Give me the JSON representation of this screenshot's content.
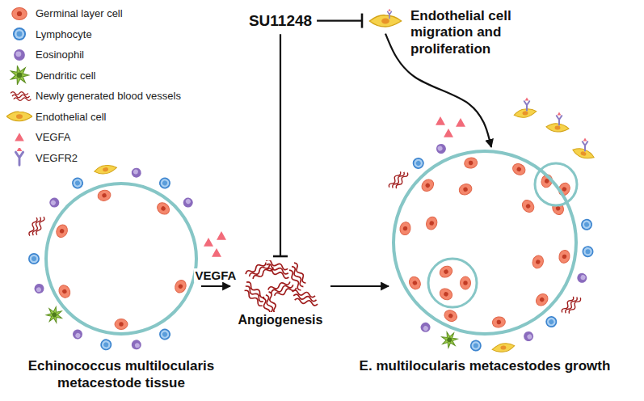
{
  "diagram": {
    "nodes": [
      {
        "text": [
          "SU11248"
        ]
      },
      {
        "text": [
          "Endothelial cell migration and proliferation"
        ]
      },
      {
        "text": [
          "Echinococcus multilocularis metacestode tissue"
        ]
      },
      {
        "text": [
          "Angiogenesis"
        ]
      },
      {
        "text": [
          "E. multilocularis metacestodes growth"
        ]
      }
    ],
    "edges": [
      {
        "from": 0,
        "to": 1,
        "arrow": "to"
      },
      {
        "from": 0,
        "to": 3,
        "arrow": "to"
      },
      {
        "from": 1,
        "to": 4,
        "arrow": "to"
      },
      {
        "from": 2,
        "to": 3,
        "label": "VEGFA",
        "arrow": "to"
      },
      {
        "from": 3,
        "to": 4,
        "arrow": "to"
      }
    ],
    "legend": [
      {
        "text": "Germinal layer cell"
      },
      {
        "text": "Lymphocyte"
      },
      {
        "text": "Eosinophil"
      },
      {
        "text": "Dendritic cell"
      },
      {
        "text": "Newly generated blood vessels"
      },
      {
        "text": "Endothelial cell"
      },
      {
        "text": "VEGFA"
      },
      {
        "text": "VEGFR2"
      }
    ]
  }
}
